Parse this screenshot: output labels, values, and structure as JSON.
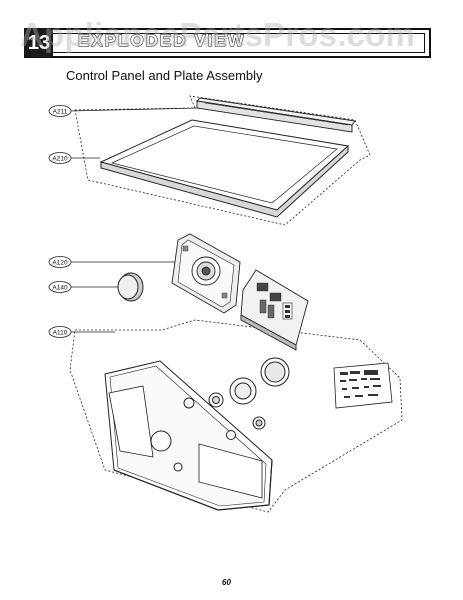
{
  "header": {
    "section_number": "13",
    "title": "EXPLODED VIEW",
    "watermark": "AppliancePartsPros.com"
  },
  "subtitle": "Control Panel and Plate Assembly",
  "part_labels": [
    "A211",
    "A210",
    "A120",
    "A140",
    "A110"
  ],
  "page_number": "60"
}
